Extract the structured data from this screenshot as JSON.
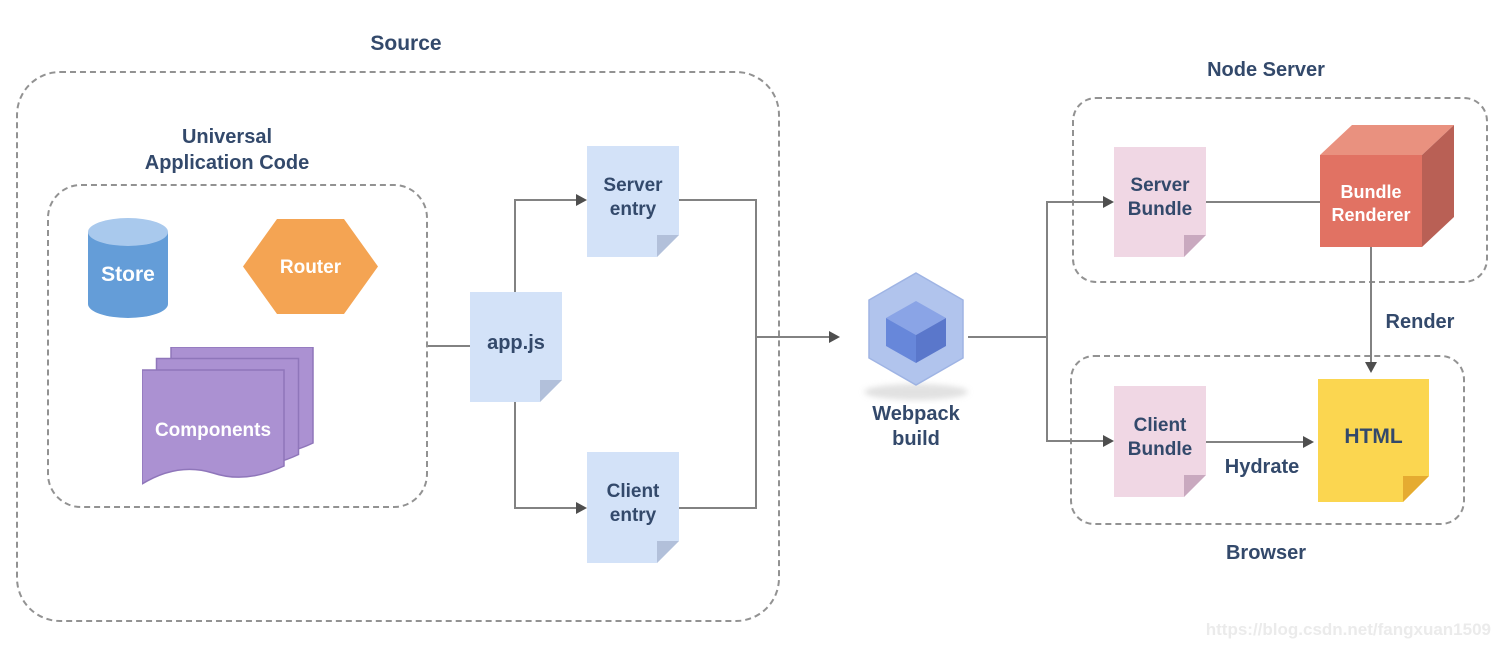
{
  "groups": {
    "source": {
      "label": "Source"
    },
    "universal": {
      "line1": "Universal",
      "line2": "Application Code"
    },
    "node_server": {
      "label": "Node Server"
    },
    "browser": {
      "label": "Browser"
    }
  },
  "nodes": {
    "store": {
      "label": "Store",
      "shape": "cylinder",
      "color": "#649dd8"
    },
    "router": {
      "label": "Router",
      "shape": "hexagon",
      "color": "#f4a453"
    },
    "components": {
      "label": "Components",
      "shape": "stacked-pages",
      "color": "#ab91d2"
    },
    "app_js": {
      "label": "app.js",
      "shape": "note",
      "color": "#d3e2f8"
    },
    "server_entry": {
      "line1": "Server",
      "line2": "entry",
      "shape": "note",
      "color": "#d3e2f8"
    },
    "client_entry": {
      "line1": "Client",
      "line2": "entry",
      "shape": "note",
      "color": "#d3e2f8"
    },
    "webpack_build": {
      "line1": "Webpack",
      "line2": "build",
      "shape": "webpack-cube",
      "color": "#6787da"
    },
    "server_bundle": {
      "line1": "Server",
      "line2": "Bundle",
      "shape": "note",
      "color": "#f0d7e4"
    },
    "bundle_renderer": {
      "line1": "Bundle",
      "line2": "Renderer",
      "shape": "cube",
      "color": "#e17263"
    },
    "client_bundle": {
      "line1": "Client",
      "line2": "Bundle",
      "shape": "note",
      "color": "#f0d7e4"
    },
    "html": {
      "label": "HTML",
      "shape": "note",
      "color": "#fbd650"
    }
  },
  "edge_labels": {
    "render": "Render",
    "hydrate": "Hydrate"
  },
  "colors": {
    "label_text": "#33496b",
    "connector_line": "#828282",
    "dashed_border": "#929292",
    "note_blue": "#d3e2f8",
    "note_pink": "#f0d7e4",
    "note_yellow": "#fbd650",
    "store_blue": "#649dd8",
    "router_orange": "#f4a453",
    "components_purple": "#ab91d2",
    "renderer_red": "#e17263",
    "webpack_blue": "#6787da"
  },
  "watermark": {
    "text": "https://blog.csdn.net/fangxuan1509"
  }
}
